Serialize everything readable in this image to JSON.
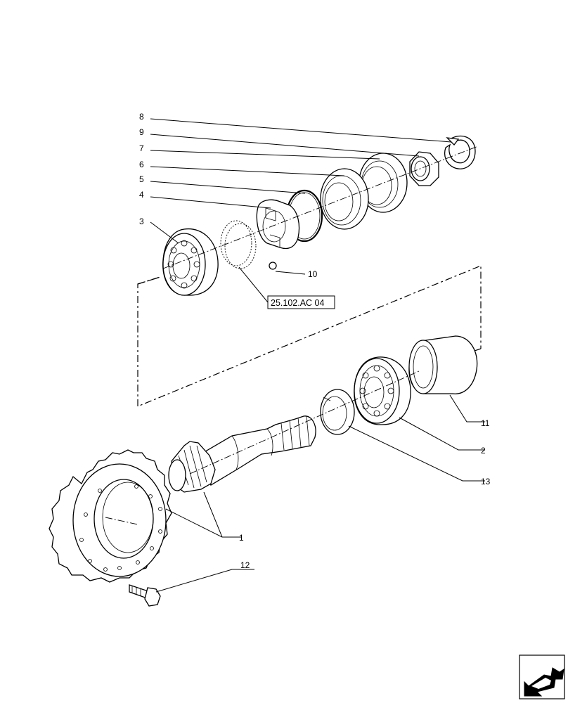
{
  "callouts": {
    "c8": "8",
    "c9": "9",
    "c7": "7",
    "c6": "6",
    "c5": "5",
    "c4": "4",
    "c3": "3",
    "c10": "10",
    "c11": "11",
    "c2": "2",
    "c13": "13",
    "c1": "1",
    "c12": "12"
  },
  "reference": {
    "label": "25.102.AC 04"
  },
  "nav_icon": "next-page-arrow-icon"
}
